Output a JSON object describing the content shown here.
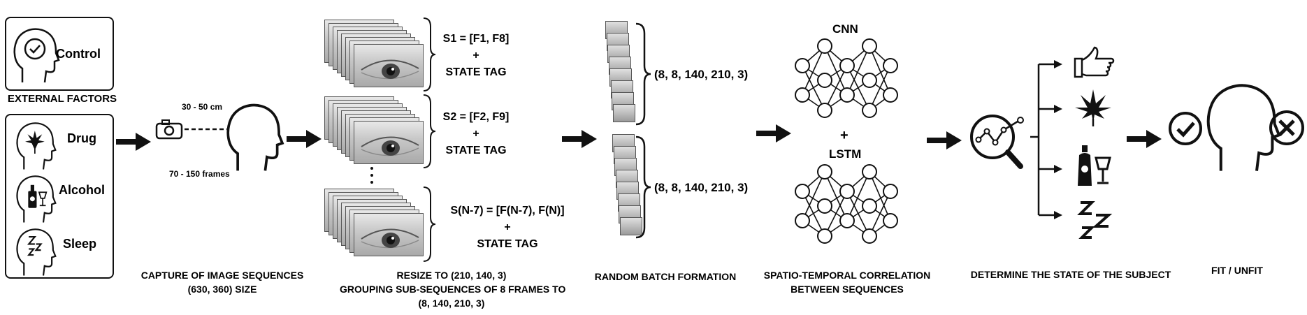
{
  "external_factors": {
    "control_label": "Control",
    "title": "EXTERNAL FACTORS",
    "items": [
      "Drug",
      "Alcohol",
      "Sleep"
    ]
  },
  "capture": {
    "distance": "30 - 50 cm",
    "frames": "70 - 150 frames",
    "caption_line1": "CAPTURE OF IMAGE SEQUENCES",
    "caption_line2": "(630, 360) SIZE"
  },
  "grouping": {
    "sequences": [
      {
        "line1": "S1 = [F1, F8]",
        "plus": "+",
        "line3": "STATE TAG"
      },
      {
        "line1": "S2 = [F2, F9]",
        "plus": "+",
        "line3": "STATE TAG"
      },
      {
        "line1": "S(N-7) = [F(N-7), F(N)]",
        "plus": "+",
        "line3": "STATE TAG"
      }
    ],
    "caption_line1": "RESIZE TO (210, 140, 3)",
    "caption_line2": "GROUPING SUB-SEQUENCES OF 8 FRAMES TO",
    "caption_line3": "(8, 140, 210, 3)"
  },
  "batch": {
    "shapes": [
      "(8, 8, 140, 210, 3)",
      "(8, 8, 140, 210, 3)"
    ],
    "caption": "RANDOM BATCH FORMATION"
  },
  "model": {
    "top_label": "CNN",
    "plus": "+",
    "bottom_label": "LSTM",
    "caption_line1": "SPATIO-TEMPORAL CORRELATION",
    "caption_line2": "BETWEEN SEQUENCES"
  },
  "determine": {
    "caption": "DETERMINE THE STATE OF THE SUBJECT",
    "outputs": [
      "thumbs-up-icon",
      "cannabis-leaf-icon",
      "bottle-glass-icon",
      "sleep-z-icon"
    ]
  },
  "result": {
    "caption": "FIT / UNFIT"
  },
  "colors": {
    "ink": "#111111",
    "eye_bg": "#bdbdbd"
  }
}
